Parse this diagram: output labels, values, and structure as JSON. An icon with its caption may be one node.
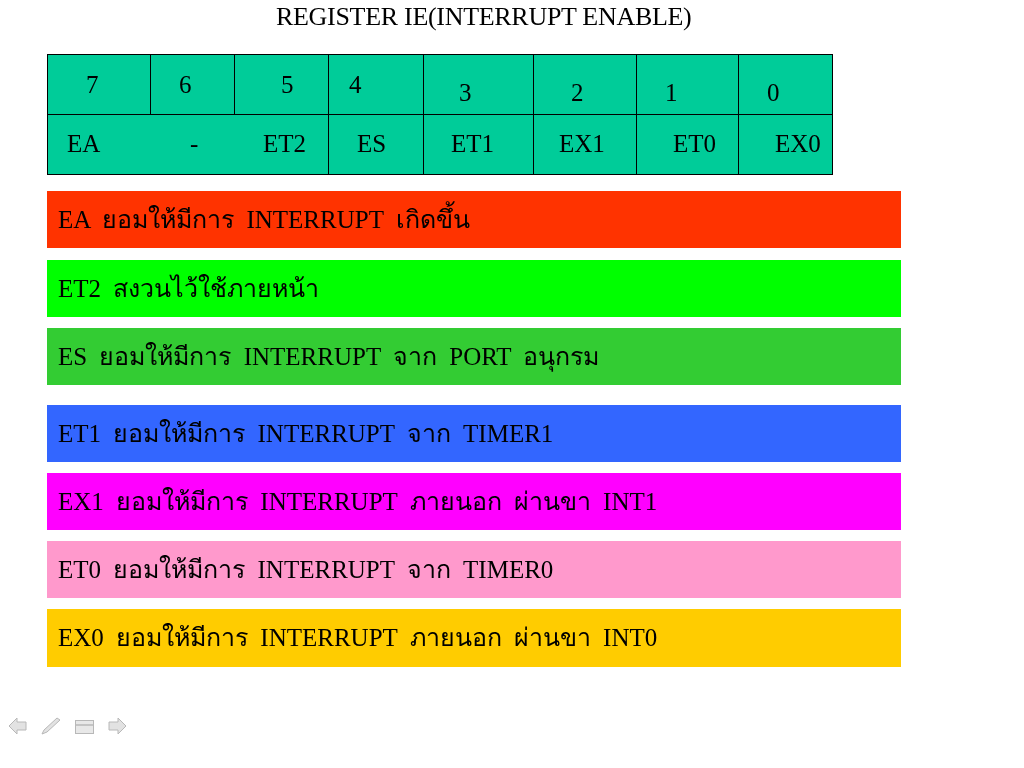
{
  "diagram": {
    "title": "REGISTER IE(INTERRUPT ENABLE)",
    "nodes": [
      {
        "text": [
          "EA ยอมให้มีการ INTERRUPT เกิดขึ้น"
        ]
      },
      {
        "text": [
          "ET2 สงวนไว้ใช้ภายหน้า"
        ]
      },
      {
        "text": [
          "ES ยอมให้มีการ INTERRUPT จาก PORT อนุกรม"
        ]
      },
      {
        "text": [
          "ET1 ยอมให้มีการ INTERRUPT จาก TIMER1"
        ]
      },
      {
        "text": [
          "EX1 ยอมให้มีการ INTERRUPT ภายนอก ผ่านขา INT1"
        ]
      },
      {
        "text": [
          "ET0 ยอมให้มีการ INTERRUPT จาก TIMER0"
        ]
      },
      {
        "text": [
          "EX0 ยอมให้มีการ INTERRUPT ภายนอก ผ่านขา INT0"
        ]
      }
    ],
    "labels": [
      "7",
      "6",
      "5",
      "4",
      "3",
      "2",
      "1",
      "0",
      "EA",
      "-",
      "ET2",
      "ES",
      "ET1",
      "EX1",
      "ET0",
      "EX0"
    ]
  }
}
